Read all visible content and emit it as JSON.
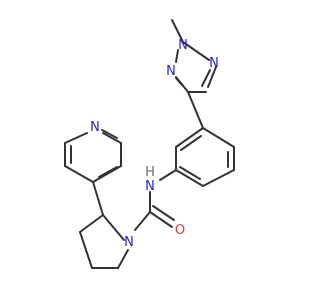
{
  "structure": {
    "atom_labels": {
      "methyl": "",
      "n_methyl": "N",
      "n_triazole_2": "N",
      "n_triazole_4": "N",
      "n_amide_h": "N",
      "h_amide": "H",
      "n_pyrrolidine": "N",
      "o_carbonyl": "O",
      "n_pyridine": "N"
    }
  },
  "colors": {
    "bond": "#333333",
    "nitrogen": "#2323d0",
    "oxygen": "#e03a3a",
    "hydrogen": "#5f6f6f",
    "background": "#ffffff"
  }
}
